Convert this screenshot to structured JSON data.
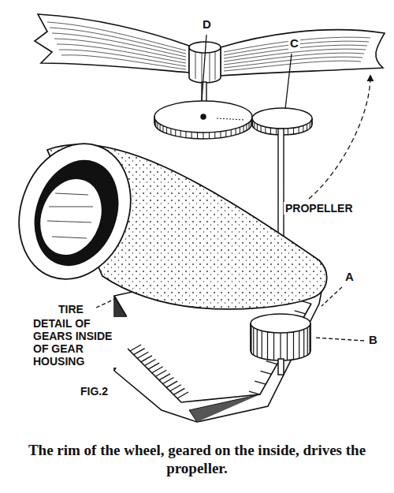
{
  "diagram": {
    "caption": "The rim of the wheel, geared on the inside, drives the propeller.",
    "labels": [
      "D",
      "C",
      "PROPELLER",
      "A",
      "TIRE",
      "B",
      "DETAIL OF GEARS INSIDE OF GEAR HOUSING",
      "FIG.2"
    ]
  }
}
